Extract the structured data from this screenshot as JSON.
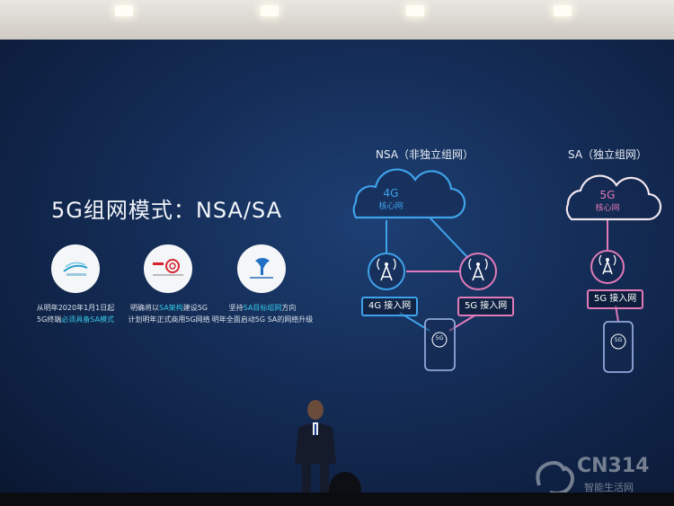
{
  "slide": {
    "title": "5G组网模式：NSA/SA",
    "operators": [
      {
        "name": "china-mobile",
        "lines": [
          [
            {
              "t": "从明年2020年1月1日起"
            }
          ],
          [
            {
              "t": "5G终端"
            },
            {
              "t": "必须具备SA模式",
              "hl": true
            }
          ]
        ]
      },
      {
        "name": "china-unicom",
        "lines": [
          [
            {
              "t": "明确将以"
            },
            {
              "t": "SA架构",
              "hl": true
            },
            {
              "t": "建设5G"
            }
          ],
          [
            {
              "t": "计划明年正式商用5G网络"
            }
          ]
        ]
      },
      {
        "name": "china-telecom",
        "lines": [
          [
            {
              "t": "坚持"
            },
            {
              "t": "SA目标组网",
              "hl": true
            },
            {
              "t": "方向"
            }
          ],
          [
            {
              "t": "明年全面启动5G SA的网络升级"
            }
          ]
        ]
      }
    ],
    "nsa": {
      "label": "NSA（非独立组网）",
      "cloud_line1": "4G",
      "cloud_line2": "核心网",
      "access_4g": "4G 接入网",
      "access_5g": "5G 接入网",
      "phone": "5G"
    },
    "sa": {
      "label": "SA（独立组网）",
      "cloud_line1": "5G",
      "cloud_line2": "核心网",
      "access_5g": "5G 接入网",
      "phone": "5G"
    },
    "colors": {
      "accent_blue": "#3fa2ea",
      "accent_pink": "#e07ab8",
      "highlight": "#36c7e6"
    }
  },
  "watermark": {
    "brand": "CN314",
    "tagline": "智能生活网"
  }
}
